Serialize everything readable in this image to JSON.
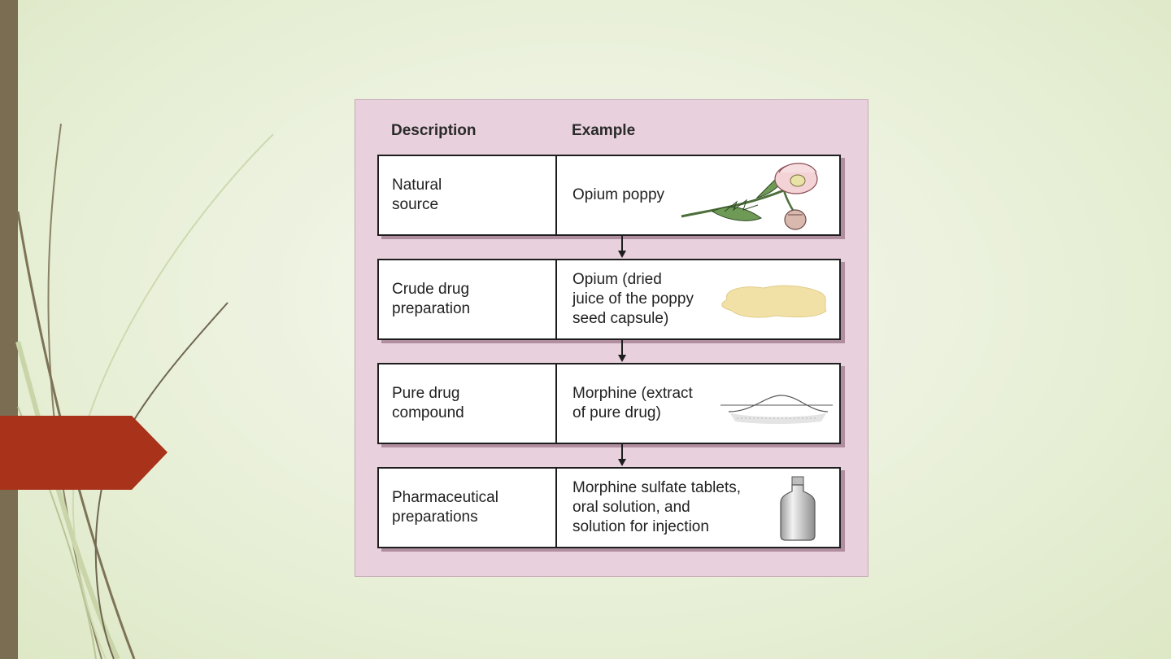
{
  "figure": {
    "headers": {
      "description": "Description",
      "example": "Example"
    },
    "rows": [
      {
        "description": "Natural\nsource",
        "example": "Opium poppy",
        "icon": "poppy-flower-icon"
      },
      {
        "description": "Crude drug\npreparation",
        "example": "Opium (dried\njuice of the poppy\nseed capsule)",
        "icon": "opium-puddle-icon"
      },
      {
        "description": "Pure drug\ncompound",
        "example": "Morphine (extract\nof pure drug)",
        "icon": "powder-pile-icon"
      },
      {
        "description": "Pharmaceutical\npreparations",
        "example": "Morphine sulfate tablets,\noral solution, and\nsolution for injection",
        "icon": "medicine-bottle-icon"
      }
    ]
  },
  "colors": {
    "figure_background": "#e8d0dc",
    "slide_accent": "#a8321a",
    "side_bar": "#7a6d52"
  }
}
